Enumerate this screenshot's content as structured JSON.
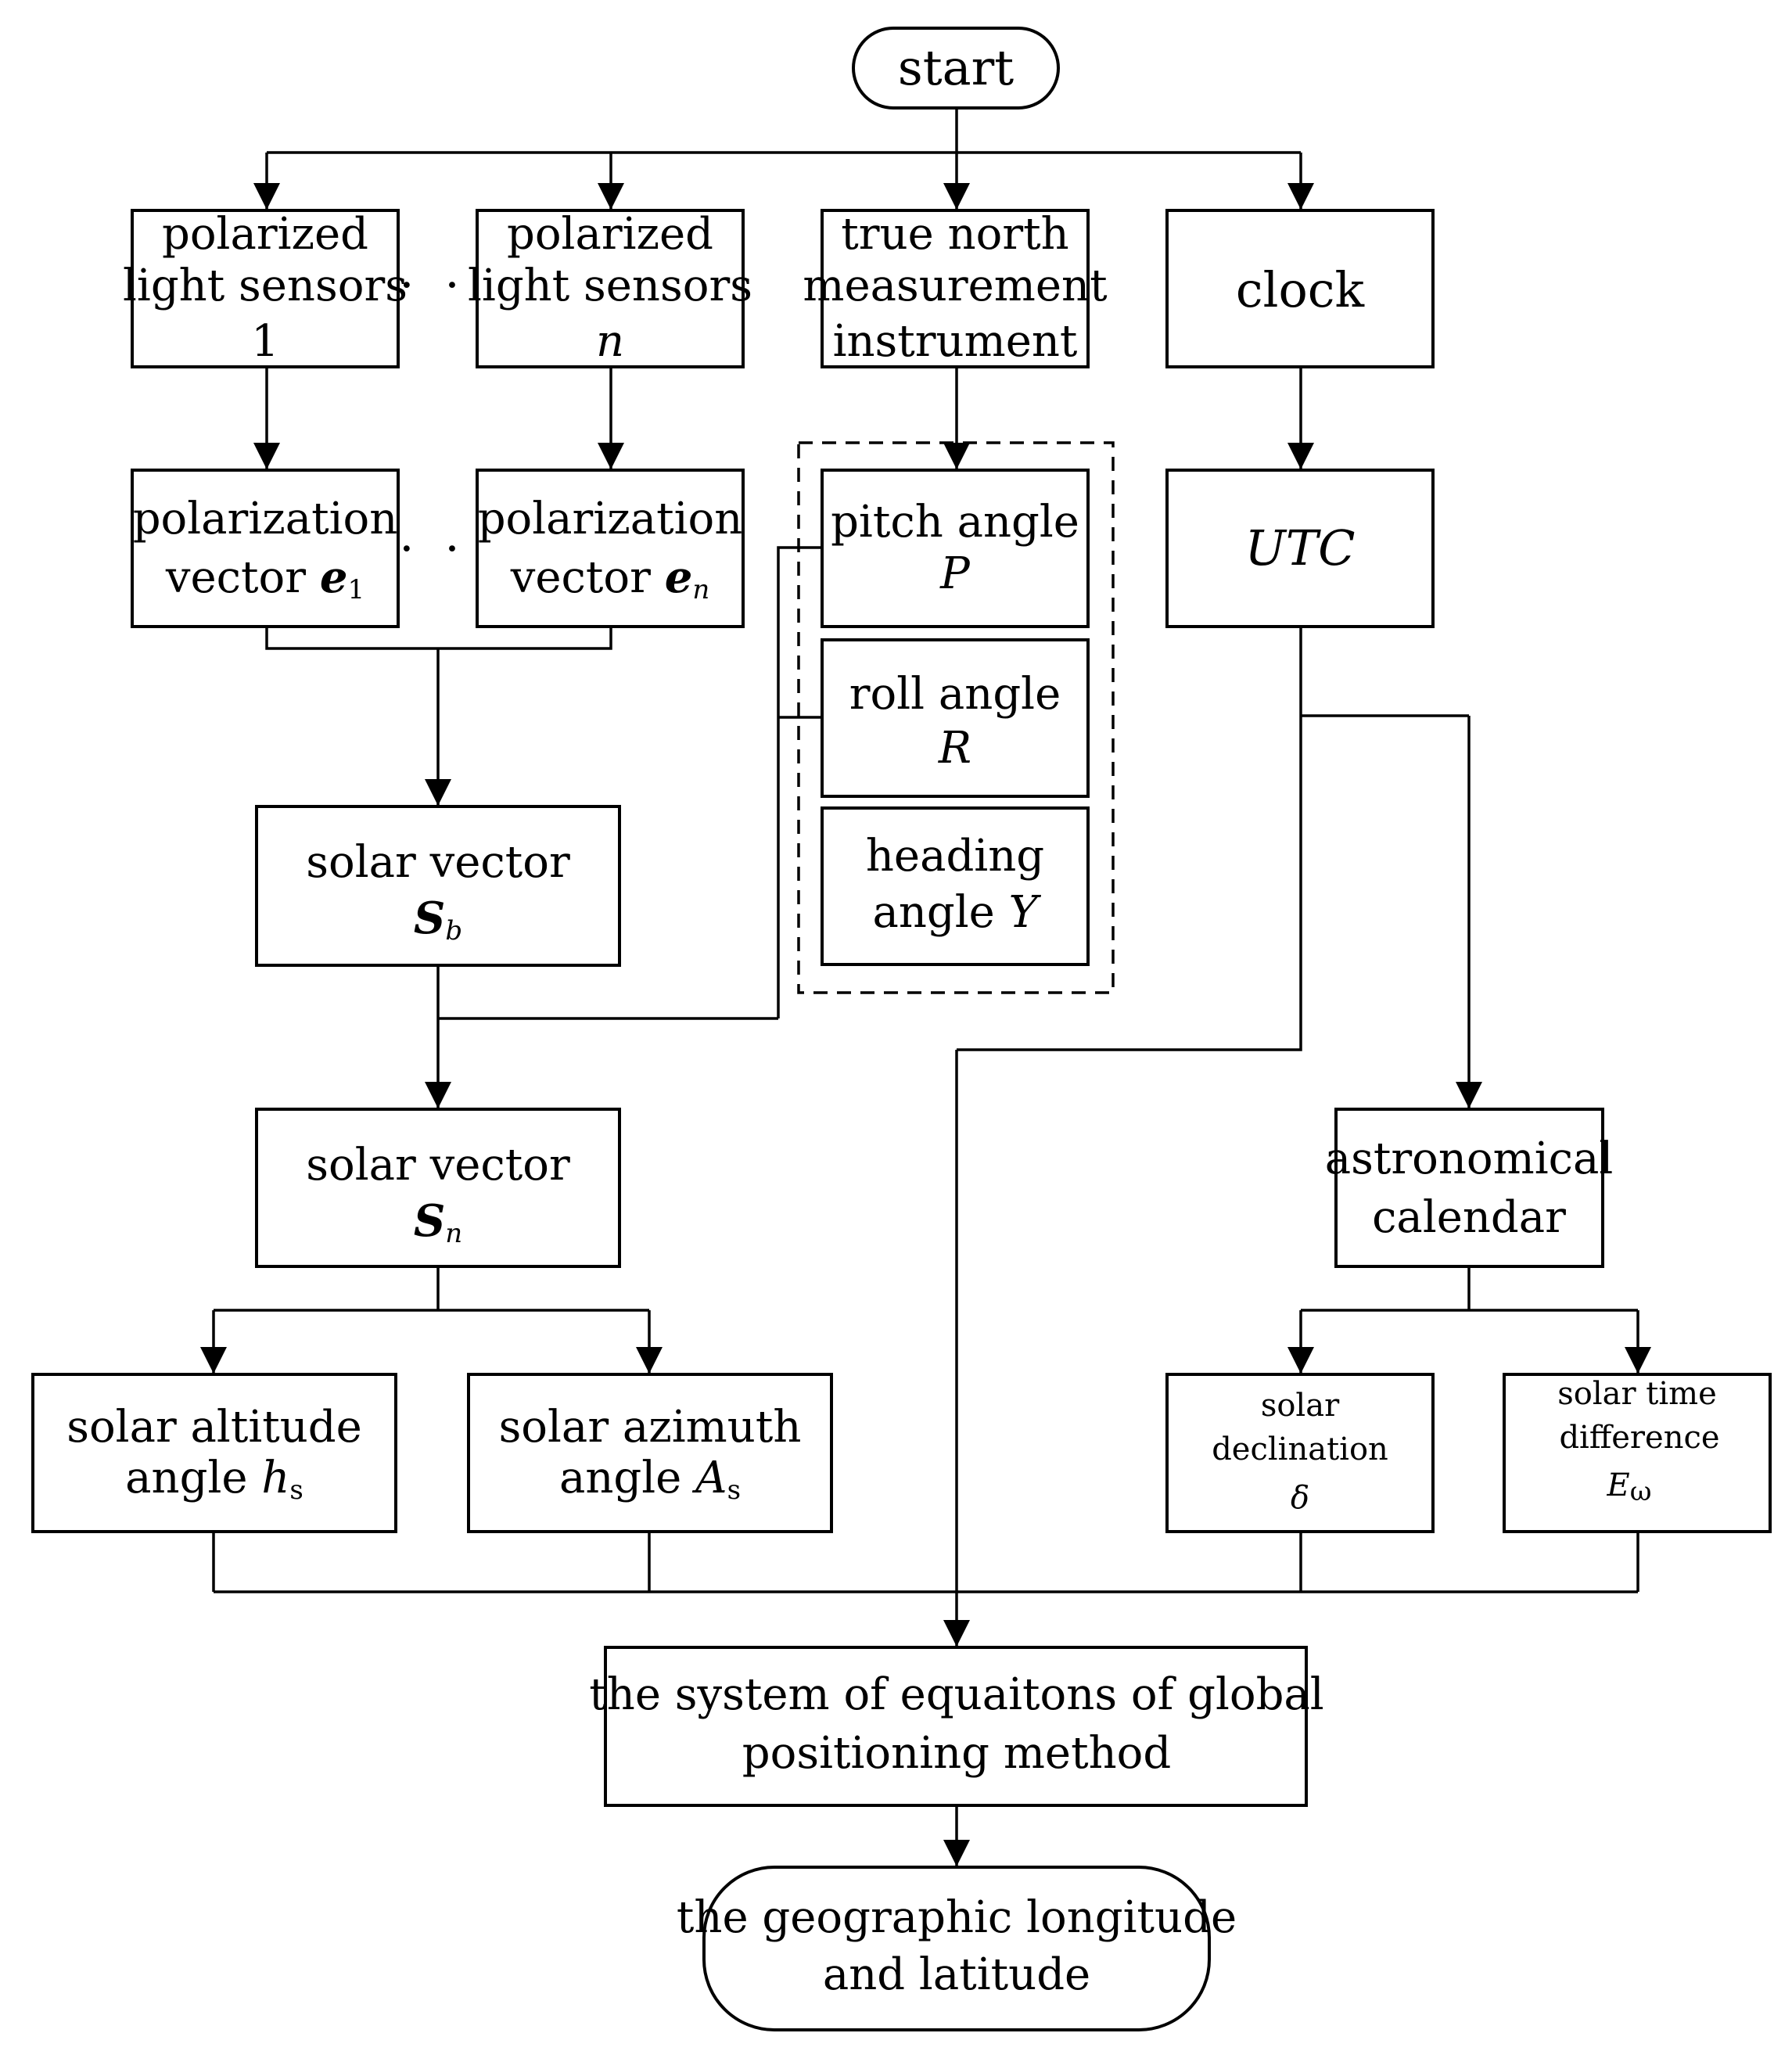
{
  "nodes": {
    "start": "start",
    "sensor1": {
      "line1": "polarized",
      "line2": "light sensors",
      "line3": "1"
    },
    "sensorN": {
      "line1": "polarized",
      "line2": "light sensors",
      "line3": "n"
    },
    "truenorth": {
      "line1": "true north",
      "line2": "measurement",
      "line3": "instrument"
    },
    "clock": "clock",
    "vec1": {
      "line1": "polarization",
      "prefix": "vector ",
      "sym": "e",
      "sub": "1"
    },
    "vecN": {
      "line1": "polarization",
      "prefix": "vector ",
      "sym": "e",
      "sub": "n"
    },
    "pitch": {
      "line1": "pitch angle",
      "sym": "P"
    },
    "roll": {
      "line1": "roll angle",
      "sym": "R"
    },
    "heading": {
      "line1": "heading",
      "prefix": "angle ",
      "sym": "Y"
    },
    "utc": "UTC",
    "solarb": {
      "line1": "solar vector",
      "sym": "S",
      "sub": "b"
    },
    "solarn": {
      "line1": "solar vector",
      "sym": "S",
      "sub": "n"
    },
    "altitude": {
      "line1": "solar altitude",
      "prefix": "angle ",
      "sym": "h",
      "sub": "s"
    },
    "azimuth": {
      "line1": "solar azimuth",
      "prefix": "angle ",
      "sym": "A",
      "sub": "s"
    },
    "calendar": {
      "line1": "astronomical",
      "line2": "calendar"
    },
    "declination": {
      "line1": "solar",
      "line2": "declination",
      "sym": "δ"
    },
    "timediff": {
      "line1": "solar time",
      "line2": "difference",
      "sym": "E",
      "sub": "ω"
    },
    "equations": {
      "line1": "the system of equaitons of global",
      "line2": "positioning method"
    },
    "output": {
      "line1": "the geographic longitude",
      "line2": "and latitude"
    }
  },
  "ellipsis": "· · ·"
}
